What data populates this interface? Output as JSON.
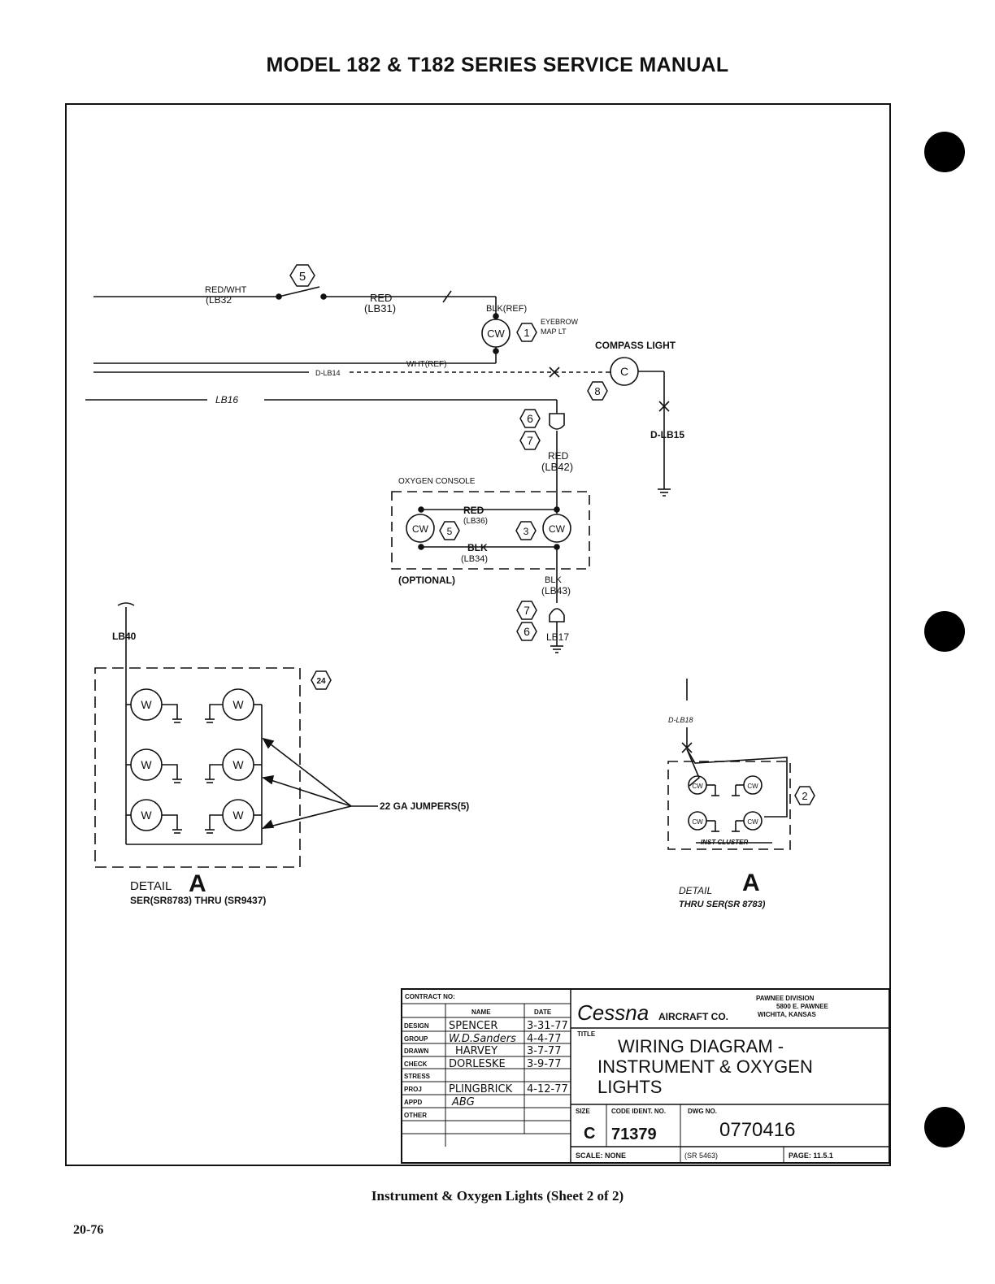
{
  "header": "MODEL 182 & T182 SERIES SERVICE MANUAL",
  "caption": "Instrument & Oxygen Lights (Sheet 2 of 2)",
  "page_number": "20-76",
  "wires": {
    "red_wht": "RED/WHT",
    "lb32": "(LB32",
    "red_top": "RED",
    "lb31": "(LB31)",
    "blk_ref": "BLK(REF)",
    "wht_ref": "WHT(REF)",
    "d_lb14": "D-LB14",
    "lb16": "LB16",
    "d_lb15": "D-LB15",
    "red_mid": "RED",
    "lb42": "(LB42)",
    "red_console": "RED",
    "lb36": "(LB36)",
    "blk_console": "BLK",
    "lb34": "(LB34)",
    "blk_low": "BLK",
    "lb43": "(LB43)",
    "lb17": "LB17",
    "lb40": "LB40",
    "d_lb18": "D-LB18"
  },
  "components": {
    "cw": "CW",
    "c": "C",
    "w": "W",
    "eyebrow_1": "EYEBROW",
    "eyebrow_2": "MAP LT",
    "compass": "COMPASS LIGHT",
    "oxygen_console": "OXYGEN CONSOLE",
    "optional": "(OPTIONAL)",
    "jumpers": "22 GA JUMPERS(5)",
    "inst_cluster": "INST CLUSTER"
  },
  "callouts": {
    "n5": "5",
    "n1": "1",
    "n8": "8",
    "n6": "6",
    "n7": "7",
    "n3": "3",
    "n24": "24",
    "n2": "2"
  },
  "details": {
    "left_title": "DETAIL",
    "left_letter": "A",
    "left_range": "SER(SR8783) THRU (SR9437)",
    "right_title": "DETAIL",
    "right_letter": "A",
    "right_range": "THRU SER(SR 8783)"
  },
  "title_block": {
    "contract": "CONTRACT NO:",
    "col_name": "NAME",
    "col_date": "DATE",
    "rows": [
      {
        "role": "DESIGN",
        "name": "SPENCER",
        "date": "3-31-77"
      },
      {
        "role": "GROUP",
        "name": "W.D.Sanders",
        "date": "4-4-77"
      },
      {
        "role": "DRAWN",
        "name": "HARVEY",
        "date": "3-7-77"
      },
      {
        "role": "CHECK",
        "name": "DORLESKE",
        "date": "3-9-77"
      },
      {
        "role": "STRESS",
        "name": "",
        "date": ""
      },
      {
        "role": "PROJ",
        "name": "PLINGBRICK",
        "date": "4-12-77"
      },
      {
        "role": "APPD",
        "name": "ABG",
        "date": ""
      },
      {
        "role": "OTHER",
        "name": "",
        "date": ""
      }
    ],
    "company": "Cessna",
    "company_suffix": "AIRCRAFT CO.",
    "division_1": "PAWNEE DIVISION",
    "division_2": "5800 E. PAWNEE",
    "division_3": "WICHITA, KANSAS",
    "title_label": "TITLE",
    "title_1": "WIRING DIAGRAM -",
    "title_2": "INSTRUMENT & OXYGEN",
    "title_3": "LIGHTS",
    "size_label": "SIZE",
    "size": "C",
    "code_label": "CODE IDENT. NO.",
    "code": "71379",
    "dwg_label": "DWG NO.",
    "dwg": "0770416",
    "scale": "SCALE: NONE",
    "ref": "(SR 5463)",
    "page": "PAGE: 11.5.1"
  }
}
